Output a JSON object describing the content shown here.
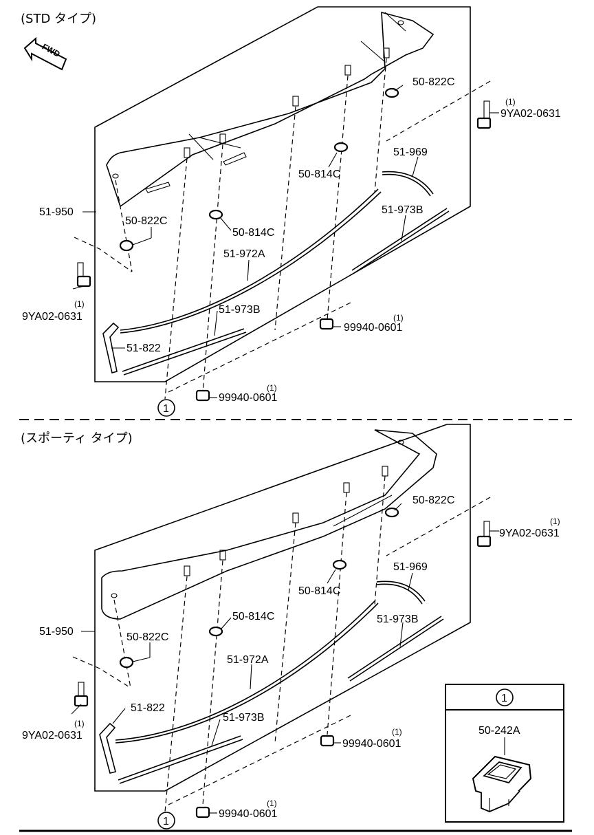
{
  "sections": [
    {
      "title": "(STD タイプ)",
      "fwd": "FWD",
      "labels": {
        "p50822c_a": "50-822C",
        "p50822c_b": "50-822C",
        "p9ya_a": "9YA02-0631",
        "p9ya_a_qty": "(1)",
        "p9ya_b": "9YA02-0631",
        "p9ya_b_qty": "(1)",
        "p51969": "51-969",
        "p50814c_a": "50-814C",
        "p50814c_b": "50-814C",
        "p51950": "51-950",
        "p51973b_a": "51-973B",
        "p51973b_b": "51-973B",
        "p51972a": "51-972A",
        "p51822": "51-822",
        "p99940_a": "99940-0601",
        "p99940_a_qty": "(1)",
        "p99940_b": "99940-0601",
        "p99940_b_qty": "(1)",
        "callout": "1"
      }
    },
    {
      "title": "(スポーティ タイプ)",
      "labels": {
        "p50822c_a": "50-822C",
        "p50822c_b": "50-822C",
        "p9ya_a": "9YA02-0631",
        "p9ya_a_qty": "(1)",
        "p9ya_b": "9YA02-0631",
        "p9ya_b_qty": "(1)",
        "p51969": "51-969",
        "p50814c_a": "50-814C",
        "p50814c_b": "50-814C",
        "p51950": "51-950",
        "p51973b_a": "51-973B",
        "p51973b_b": "51-973B",
        "p51972a": "51-972A",
        "p51822": "51-822",
        "p99940_a": "99940-0601",
        "p99940_a_qty": "(1)",
        "p99940_b": "99940-0601",
        "p99940_b_qty": "(1)",
        "callout": "1"
      }
    }
  ],
  "inset": {
    "callout": "1",
    "part": "50-242A"
  }
}
